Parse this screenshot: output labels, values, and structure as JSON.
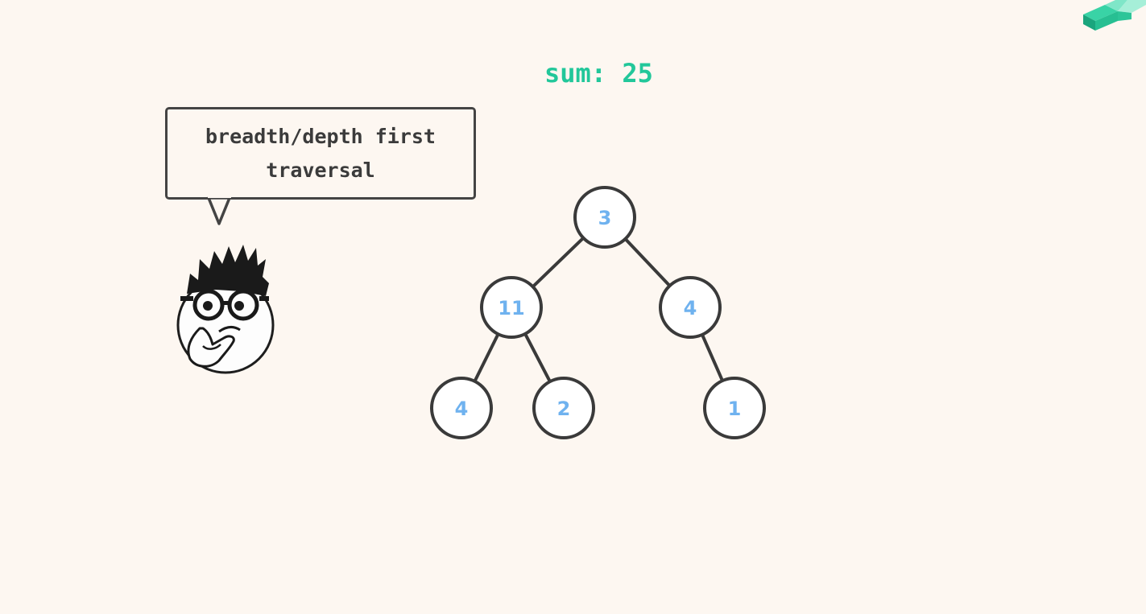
{
  "header": {
    "sum_label": "sum: 25"
  },
  "speech_bubble": {
    "text": "breadth/depth first traversal"
  },
  "character": {
    "icon": "thinking-face-icon"
  },
  "corner_logo": {
    "icon": "green-blocks-logo-icon"
  },
  "tree": {
    "nodes": [
      {
        "id": "root",
        "value": "3"
      },
      {
        "id": "left",
        "value": "11"
      },
      {
        "id": "right",
        "value": "4"
      },
      {
        "id": "left-left",
        "value": "4"
      },
      {
        "id": "left-right",
        "value": "2"
      },
      {
        "id": "right-right",
        "value": "1"
      }
    ],
    "edges": [
      [
        "root",
        "left"
      ],
      [
        "root",
        "right"
      ],
      [
        "left",
        "left-left"
      ],
      [
        "left",
        "left-right"
      ],
      [
        "right",
        "right-right"
      ]
    ]
  },
  "colors": {
    "background": "#fdf7f1",
    "accent": "#22c79a",
    "node_text": "#6fb2ef",
    "stroke": "#3a3a3a"
  }
}
